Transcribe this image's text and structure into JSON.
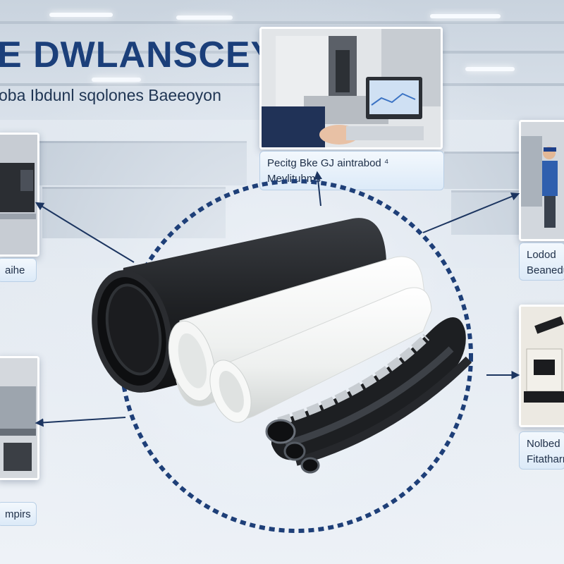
{
  "header": {
    "title": "E DWLANSCEY",
    "subtitle": "oba Ibdunl sqolones Baeeoyon"
  },
  "panels": {
    "left_top_caption": "aihe",
    "left_bottom_caption": "mpirs",
    "center_top_caption_line1": "Pecitg Bke GJ aintrabod ⁴",
    "center_top_caption_line2": "Meylituhms",
    "right_mid_caption_line1": "Lodod",
    "right_mid_caption_line2": "Beaneduns",
    "right_bottom_caption_line1": "Nolbed",
    "right_bottom_caption_line2": "Fitatharn"
  },
  "colors": {
    "title": "#1b3f7a",
    "ring": "#1e3f78",
    "arrow": "#1c3560",
    "tube_black": "#1f2124",
    "tube_white": "#f4f5f4",
    "tube_gray": "#c9cdd2"
  },
  "icons": {
    "arrows": "arrow-left / arrow-right connectors"
  }
}
